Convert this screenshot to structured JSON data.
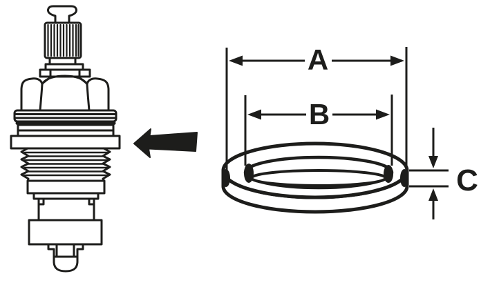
{
  "labels": {
    "a": "A",
    "b": "B",
    "c": "C"
  },
  "colors": {
    "line": "#1d1d1b",
    "background": "#ffffff"
  },
  "parts": {
    "valve": "tap-valve-cartridge-illustration",
    "arrow": "arrow-pointing-left-at-valve",
    "washer": "tap-washer-ring-3d",
    "dim_a": "outer-diameter-dimension",
    "dim_b": "inner-diameter-dimension",
    "dim_c": "thickness-dimension"
  }
}
